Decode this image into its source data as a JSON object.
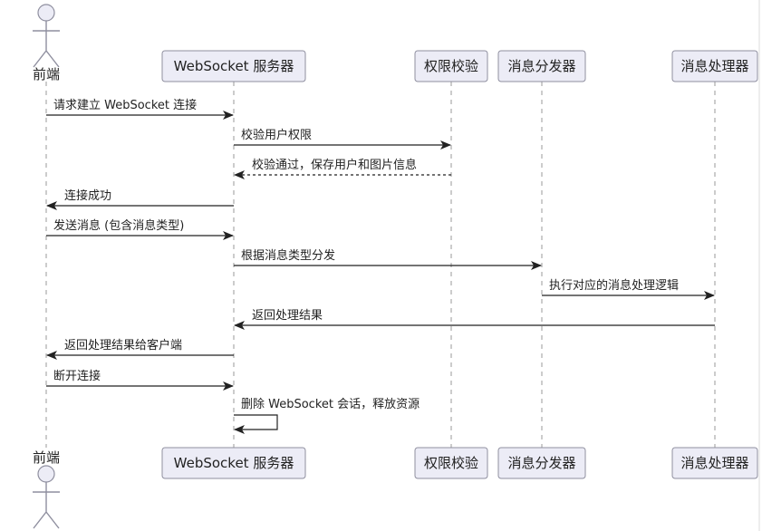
{
  "participants": [
    {
      "id": "client",
      "label": "前端",
      "kind": "actor"
    },
    {
      "id": "server",
      "label": "WebSocket 服务器",
      "kind": "box"
    },
    {
      "id": "auth",
      "label": "权限校验",
      "kind": "box"
    },
    {
      "id": "dispatcher",
      "label": "消息分发器",
      "kind": "box"
    },
    {
      "id": "handler",
      "label": "消息处理器",
      "kind": "box"
    }
  ],
  "messages": [
    {
      "from": "client",
      "to": "server",
      "label": "请求建立 WebSocket 连接",
      "style": "solid"
    },
    {
      "from": "server",
      "to": "auth",
      "label": "校验用户权限",
      "style": "solid"
    },
    {
      "from": "auth",
      "to": "server",
      "label": "校验通过，保存用户和图片信息",
      "style": "dashed"
    },
    {
      "from": "server",
      "to": "client",
      "label": "连接成功",
      "style": "solid"
    },
    {
      "from": "client",
      "to": "server",
      "label": "发送消息 (包含消息类型)",
      "style": "solid"
    },
    {
      "from": "server",
      "to": "dispatcher",
      "label": "根据消息类型分发",
      "style": "solid"
    },
    {
      "from": "dispatcher",
      "to": "handler",
      "label": "执行对应的消息处理逻辑",
      "style": "solid"
    },
    {
      "from": "handler",
      "to": "server",
      "label": "返回处理结果",
      "style": "solid"
    },
    {
      "from": "server",
      "to": "client",
      "label": "返回处理结果给客户端",
      "style": "solid"
    },
    {
      "from": "client",
      "to": "server",
      "label": "断开连接",
      "style": "solid"
    },
    {
      "from": "server",
      "to": "server",
      "label": "删除 WebSocket 会话，释放资源",
      "style": "self"
    }
  ]
}
